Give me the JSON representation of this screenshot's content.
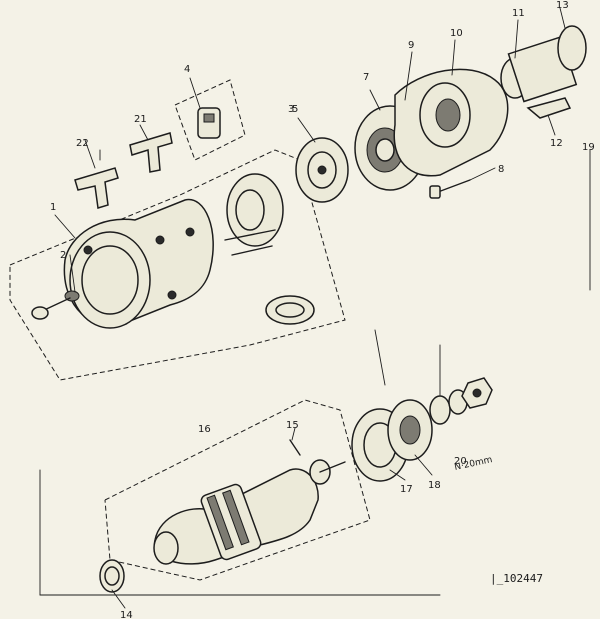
{
  "diagram": {
    "reference_id": "|_102447",
    "callouts": {
      "c1": "1",
      "c2": "2",
      "c3": "3",
      "c4": "4",
      "c5": "5",
      "c7": "7",
      "c8": "8",
      "c9": "9",
      "c10": "10",
      "c11": "11",
      "c12": "12",
      "c13": "13",
      "c14": "14",
      "c15": "15",
      "c16": "16",
      "c17": "17",
      "c18": "18",
      "c19": "19",
      "c20": "20",
      "c21": "21",
      "c22": "22"
    },
    "notes": {
      "torque": "N·20mm"
    }
  }
}
